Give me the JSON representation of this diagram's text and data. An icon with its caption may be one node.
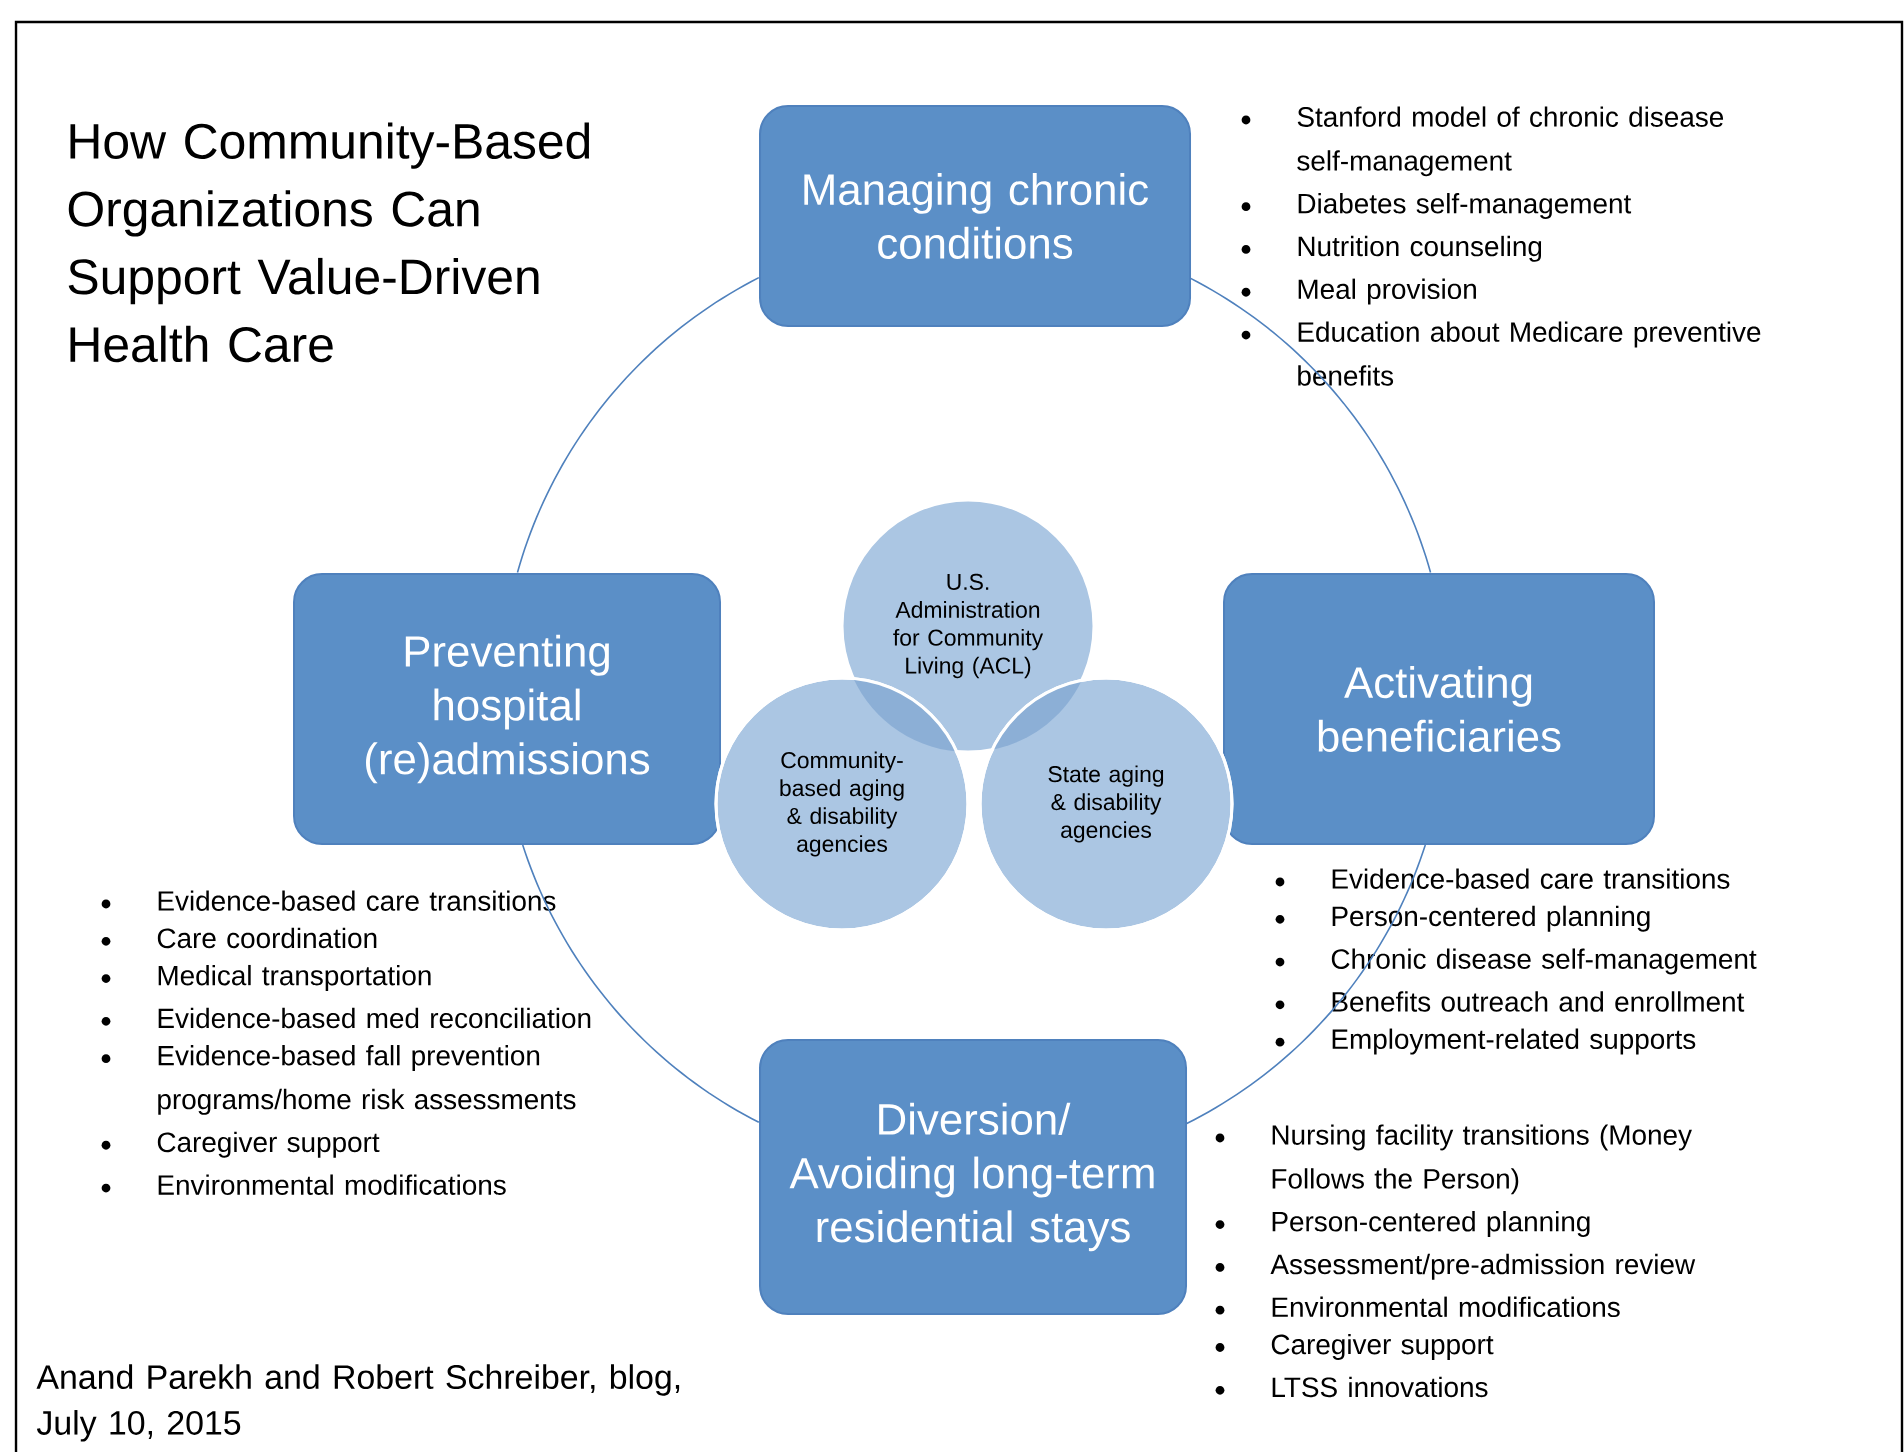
{
  "diagram": {
    "title": "How Community-Based Organizations Can Support Value-Driven Health Care",
    "caption": "Anand Parekh and Robert Schreiber, blog, July 10, 2015",
    "nodes": [
      {
        "text": [
          "Managing chronic conditions"
        ],
        "beside": [
          "Stanford model of chronic disease self-management",
          "Diabetes self-management",
          "Nutrition counseling",
          "Meal provision",
          "Education about Medicare preventive benefits"
        ]
      },
      {
        "text": [
          "U.S. Administration for Community Living (ACL)"
        ]
      },
      {
        "text": [
          "Preventing hospital (re)admissions"
        ],
        "beside": [
          "Evidence-based care transitions",
          "Care coordination",
          "Medical transportation",
          "Evidence-based med reconciliation",
          "Evidence-based fall prevention programs/home risk assessments",
          "Caregiver support",
          "Environmental modifications"
        ]
      },
      {
        "text": [
          "Activating beneficiaries"
        ],
        "beside": [
          "Evidence-based care transitions",
          "Person-centered planning",
          "Chronic disease self-management",
          "Benefits outreach and enrollment",
          "Employment-related supports"
        ]
      },
      {
        "text": [
          "Community-based aging & disability agencies"
        ]
      },
      {
        "text": [
          "State aging & disability agencies"
        ]
      },
      {
        "text": [
          "Diversion/ Avoiding long-term residential stays"
        ],
        "beside": [
          "Nursing facility transitions (Money Follows the Person)",
          "Person-centered planning",
          "Assessment/pre-admission review",
          "Environmental modifications",
          "Caregiver support",
          "LTSS innovations"
        ]
      }
    ],
    "edges": [
      {
        "from": 0,
        "to": 3,
        "arrow": "none"
      },
      {
        "from": 3,
        "to": 6,
        "arrow": "none"
      },
      {
        "from": 6,
        "to": 2,
        "arrow": "none"
      },
      {
        "from": 2,
        "to": 0,
        "arrow": "none"
      }
    ]
  }
}
